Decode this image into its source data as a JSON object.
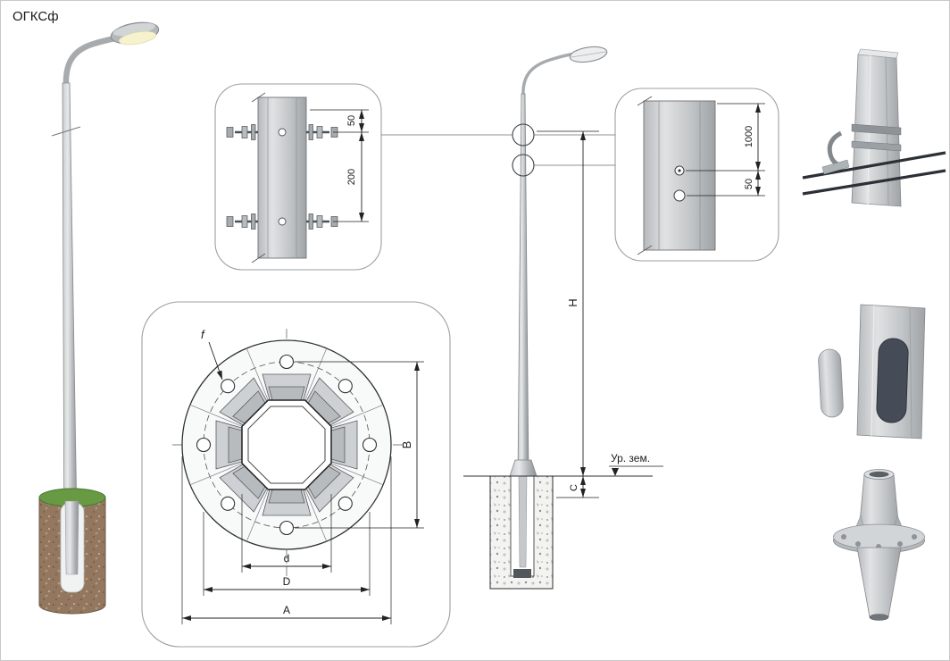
{
  "title": "ОГКСф",
  "detail_top": {
    "dim_top_offset": "50",
    "dim_hole_spacing": "200"
  },
  "detail_right": {
    "dim_height": "1000",
    "dim_hole_offset": "50"
  },
  "flange": {
    "hole_label": "f",
    "dim_bolt_span": "B",
    "dim_inner": "d",
    "dim_bolt_circle": "D",
    "dim_outer": "A"
  },
  "elevation": {
    "dim_height": "H",
    "dim_embed": "C",
    "ground_level_label": "Ур. зем."
  }
}
